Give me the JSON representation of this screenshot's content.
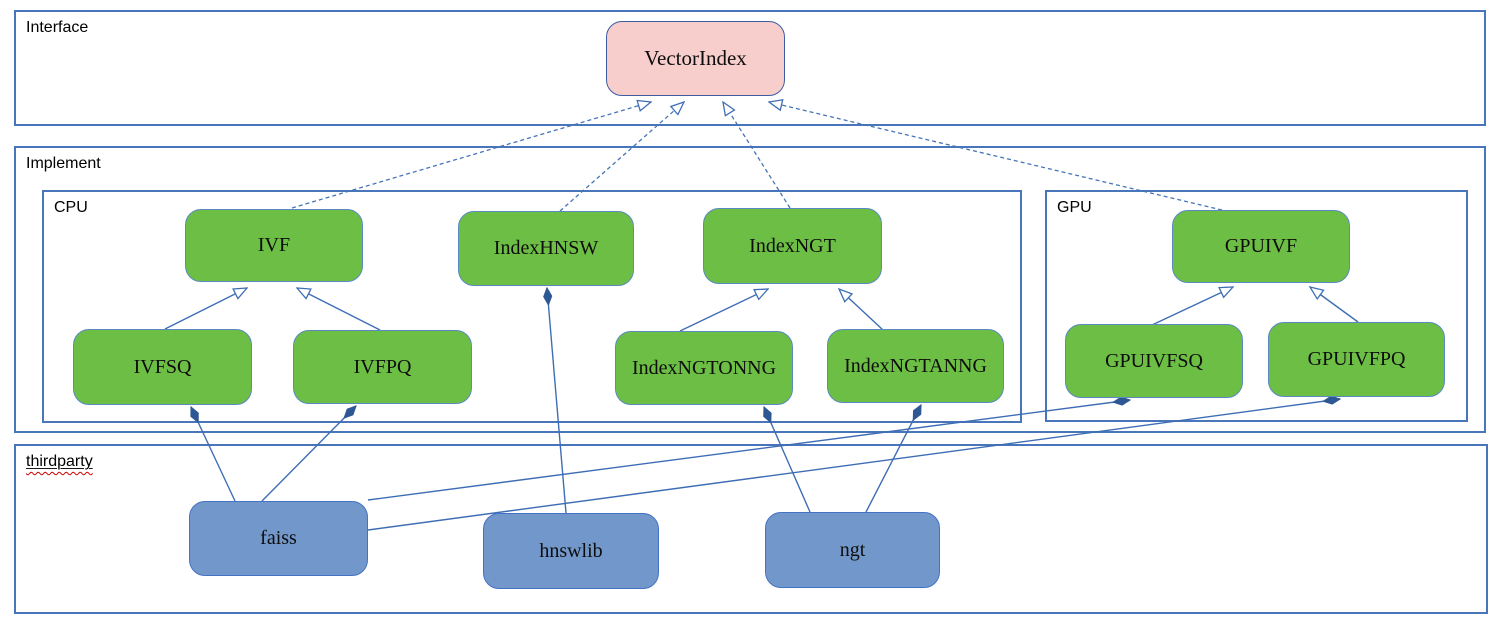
{
  "diagram": {
    "containers": {
      "interface": {
        "label": "Interface"
      },
      "implement": {
        "label": "Implement"
      },
      "cpu": {
        "label": "CPU"
      },
      "gpu": {
        "label": "GPU"
      },
      "thirdparty": {
        "label": "thirdparty"
      }
    },
    "nodes": {
      "vectorindex": {
        "label": "VectorIndex",
        "kind": "interface"
      },
      "ivf": {
        "label": "IVF",
        "kind": "class"
      },
      "indexhnsw": {
        "label": "IndexHNSW",
        "kind": "class"
      },
      "indexngt": {
        "label": "IndexNGT",
        "kind": "class"
      },
      "gpuivf": {
        "label": "GPUIVF",
        "kind": "class"
      },
      "ivfsq": {
        "label": "IVFSQ",
        "kind": "class"
      },
      "ivfpq": {
        "label": "IVFPQ",
        "kind": "class"
      },
      "indexngtonng": {
        "label": "IndexNGTONNG",
        "kind": "class"
      },
      "indexngtanng": {
        "label": "IndexNGTANNG",
        "kind": "class"
      },
      "gpuivfsq": {
        "label": "GPUIVFSQ",
        "kind": "class"
      },
      "gpuivfpq": {
        "label": "GPUIVFPQ",
        "kind": "class"
      },
      "faiss": {
        "label": "faiss",
        "kind": "library"
      },
      "hnswlib": {
        "label": "hnswlib",
        "kind": "library"
      },
      "ngt": {
        "label": "ngt",
        "kind": "library"
      }
    },
    "edges": [
      {
        "from": "IVF",
        "to": "VectorIndex",
        "type": "realization-dashed-hollow-arrow"
      },
      {
        "from": "IndexHNSW",
        "to": "VectorIndex",
        "type": "realization-dashed-hollow-arrow"
      },
      {
        "from": "IndexNGT",
        "to": "VectorIndex",
        "type": "realization-dashed-hollow-arrow"
      },
      {
        "from": "GPUIVF",
        "to": "VectorIndex",
        "type": "realization-dashed-hollow-arrow"
      },
      {
        "from": "IVFSQ",
        "to": "IVF",
        "type": "generalization-hollow-arrow"
      },
      {
        "from": "IVFPQ",
        "to": "IVF",
        "type": "generalization-hollow-arrow"
      },
      {
        "from": "IndexNGTONNG",
        "to": "IndexNGT",
        "type": "generalization-hollow-arrow"
      },
      {
        "from": "IndexNGTANNG",
        "to": "IndexNGT",
        "type": "generalization-hollow-arrow"
      },
      {
        "from": "GPUIVFSQ",
        "to": "GPUIVF",
        "type": "generalization-hollow-arrow"
      },
      {
        "from": "GPUIVFPQ",
        "to": "GPUIVF",
        "type": "generalization-hollow-arrow"
      },
      {
        "from": "faiss",
        "to": "IVFSQ",
        "type": "composition-filled-diamond"
      },
      {
        "from": "faiss",
        "to": "IVFPQ",
        "type": "composition-filled-diamond"
      },
      {
        "from": "faiss",
        "to": "GPUIVFSQ",
        "type": "composition-filled-diamond"
      },
      {
        "from": "faiss",
        "to": "GPUIVFPQ",
        "type": "composition-filled-diamond"
      },
      {
        "from": "hnswlib",
        "to": "IndexHNSW",
        "type": "composition-filled-diamond"
      },
      {
        "from": "ngt",
        "to": "IndexNGTONNG",
        "type": "composition-filled-diamond"
      },
      {
        "from": "ngt",
        "to": "IndexNGTANNG",
        "type": "composition-filled-diamond"
      }
    ],
    "colors": {
      "interface_fill": "#F8CECC",
      "class_fill": "#6CBE45",
      "library_fill": "#7297CB",
      "container_border": "#4976BA",
      "edge_stroke": "#3E6DB5",
      "diamond_fill": "#2E5893",
      "spellcheck_underline": "#CC0000"
    }
  }
}
